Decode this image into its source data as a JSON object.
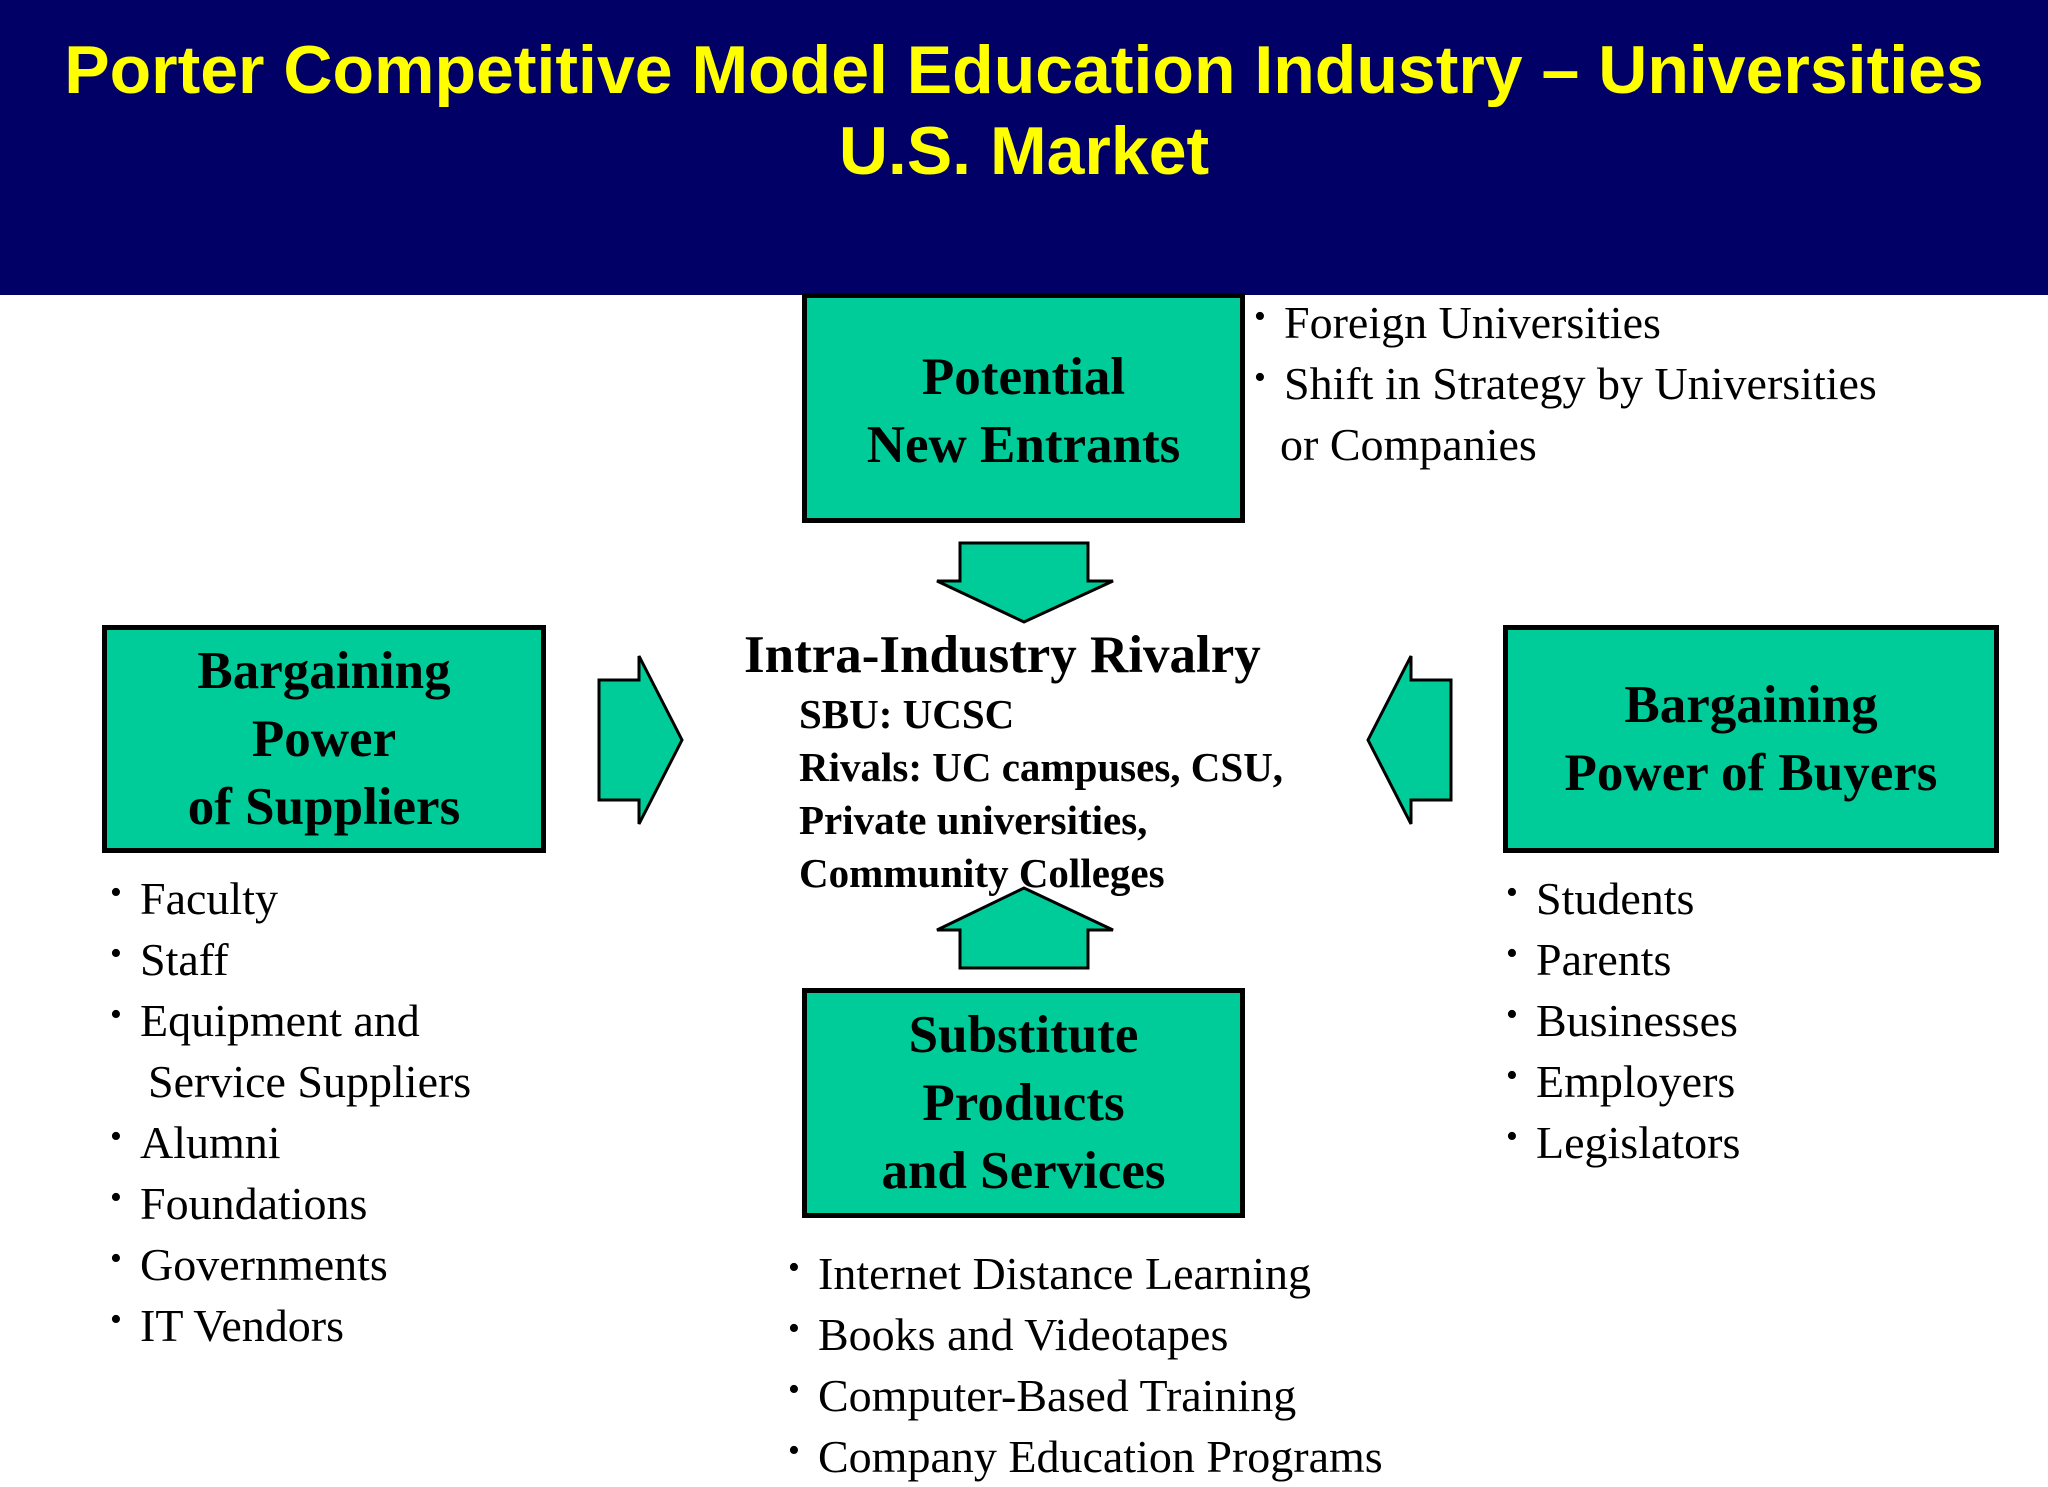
{
  "header": {
    "title_line1": "Porter Competitive Model Education Industry – Universities",
    "title_line2": "U.S. Market",
    "background_color": "#000066",
    "text_color": "#FFFF00"
  },
  "colors": {
    "box_fill": "#00CC99",
    "box_border": "#000000",
    "text": "#000000"
  },
  "forces": {
    "new_entrants": {
      "label": "Potential\nNew Entrants",
      "items": [
        {
          "text": "Foreign Universities",
          "bullet": true
        },
        {
          "text": "Shift in Strategy by Universities",
          "bullet": true
        },
        {
          "text": "or Companies",
          "bullet": false
        }
      ]
    },
    "suppliers": {
      "label": "Bargaining\nPower\nof Suppliers",
      "items": [
        {
          "text": "Faculty",
          "bullet": true
        },
        {
          "text": "Staff",
          "bullet": true
        },
        {
          "text": "Equipment  and",
          "bullet": true
        },
        {
          "text": "Service Suppliers",
          "bullet": false
        },
        {
          "text": "Alumni",
          "bullet": true
        },
        {
          "text": "Foundations",
          "bullet": true
        },
        {
          "text": "Governments",
          "bullet": true
        },
        {
          "text": "IT Vendors",
          "bullet": true
        }
      ]
    },
    "buyers": {
      "label": "Bargaining\nPower of Buyers",
      "items": [
        {
          "text": "Students",
          "bullet": true
        },
        {
          "text": "Parents",
          "bullet": true
        },
        {
          "text": "Businesses",
          "bullet": true
        },
        {
          "text": "Employers",
          "bullet": true
        },
        {
          "text": "Legislators",
          "bullet": true
        }
      ]
    },
    "substitutes": {
      "label": "Substitute\nProducts\nand Services",
      "items": [
        {
          "text": "Internet Distance Learning",
          "bullet": true
        },
        {
          "text": "Books and Videotapes",
          "bullet": true
        },
        {
          "text": "Computer-Based Training",
          "bullet": true
        },
        {
          "text": "Company Education Programs",
          "bullet": true
        }
      ]
    }
  },
  "rivalry": {
    "title": "Intra-Industry Rivalry",
    "lines": [
      "SBU:  UCSC",
      "Rivals: UC campuses, CSU,",
      "Private universities,",
      "Community Colleges"
    ]
  },
  "bullet_glyph": "•",
  "arrows": [
    {
      "name": "arrow-down-icon",
      "from": "new_entrants",
      "to": "rivalry"
    },
    {
      "name": "arrow-right-icon",
      "from": "suppliers",
      "to": "rivalry"
    },
    {
      "name": "arrow-left-icon",
      "from": "buyers",
      "to": "rivalry"
    },
    {
      "name": "arrow-up-icon",
      "from": "substitutes",
      "to": "rivalry"
    }
  ]
}
